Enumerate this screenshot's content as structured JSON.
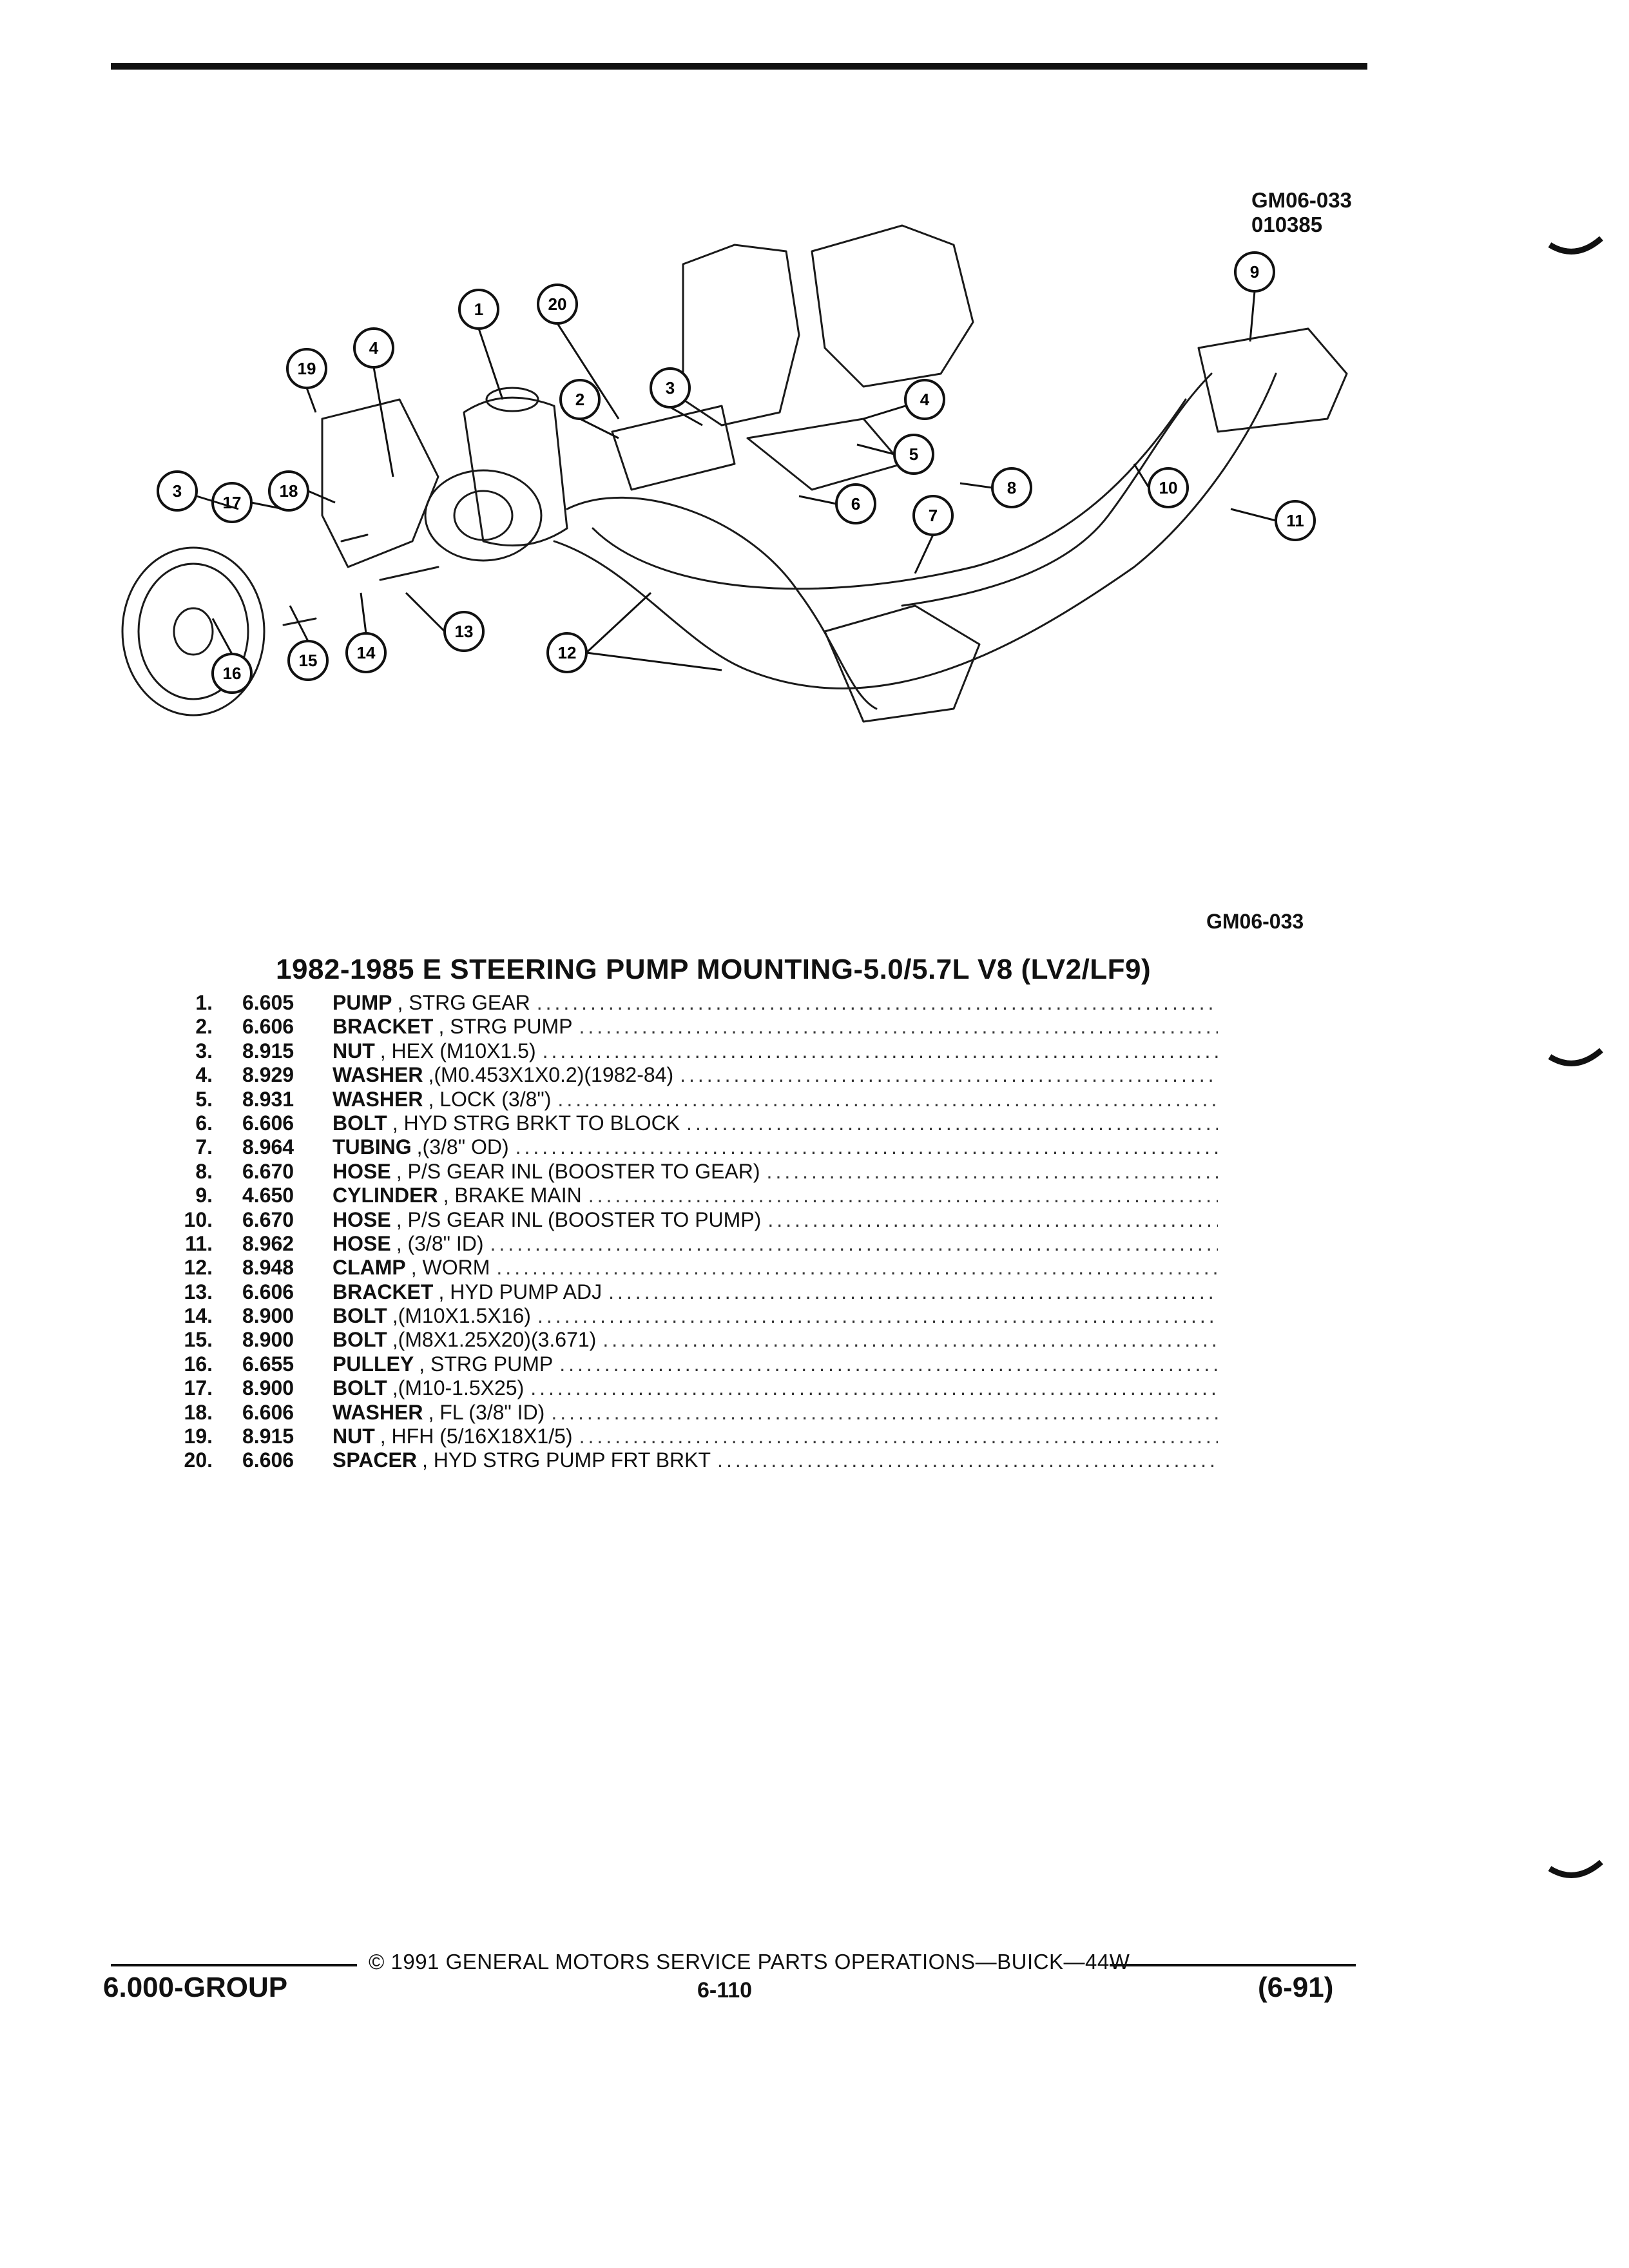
{
  "header": {
    "figure_code": "GM06-033",
    "figure_date": "010385"
  },
  "diagram": {
    "callouts": [
      "1",
      "2",
      "3",
      "4",
      "5",
      "6",
      "7",
      "8",
      "9",
      "10",
      "11",
      "12",
      "13",
      "14",
      "15",
      "16",
      "17",
      "18",
      "19",
      "20"
    ]
  },
  "section": {
    "figure_code": "GM06-033",
    "title": "1982-1985 E STEERING PUMP MOUNTING-5.0/5.7L V8 (LV2/LF9)"
  },
  "parts": [
    {
      "num": "1.",
      "group": "6.605",
      "name": "PUMP",
      "desc": ", STRG GEAR"
    },
    {
      "num": "2.",
      "group": "6.606",
      "name": "BRACKET",
      "desc": ", STRG PUMP"
    },
    {
      "num": "3.",
      "group": "8.915",
      "name": "NUT",
      "desc": ", HEX (M10X1.5)"
    },
    {
      "num": "4.",
      "group": "8.929",
      "name": "WASHER",
      "desc": ",(M0.453X1X0.2)(1982-84)"
    },
    {
      "num": "5.",
      "group": "8.931",
      "name": "WASHER",
      "desc": ", LOCK (3/8\")"
    },
    {
      "num": "6.",
      "group": "6.606",
      "name": "BOLT",
      "desc": ", HYD STRG BRKT TO BLOCK"
    },
    {
      "num": "7.",
      "group": "8.964",
      "name": "TUBING",
      "desc": ",(3/8\" OD)"
    },
    {
      "num": "8.",
      "group": "6.670",
      "name": "HOSE",
      "desc": ", P/S GEAR INL (BOOSTER TO GEAR)"
    },
    {
      "num": "9.",
      "group": "4.650",
      "name": "CYLINDER",
      "desc": ", BRAKE MAIN"
    },
    {
      "num": "10.",
      "group": "6.670",
      "name": "HOSE",
      "desc": ", P/S GEAR INL (BOOSTER TO PUMP)"
    },
    {
      "num": "11.",
      "group": "8.962",
      "name": "HOSE",
      "desc": ", (3/8\" ID)"
    },
    {
      "num": "12.",
      "group": "8.948",
      "name": "CLAMP",
      "desc": ", WORM"
    },
    {
      "num": "13.",
      "group": "6.606",
      "name": "BRACKET",
      "desc": ", HYD PUMP ADJ"
    },
    {
      "num": "14.",
      "group": "8.900",
      "name": "BOLT",
      "desc": ",(M10X1.5X16)"
    },
    {
      "num": "15.",
      "group": "8.900",
      "name": "BOLT",
      "desc": ",(M8X1.25X20)(3.671)"
    },
    {
      "num": "16.",
      "group": "6.655",
      "name": "PULLEY",
      "desc": ", STRG PUMP"
    },
    {
      "num": "17.",
      "group": "8.900",
      "name": "BOLT",
      "desc": ",(M10-1.5X25)"
    },
    {
      "num": "18.",
      "group": "6.606",
      "name": "WASHER",
      "desc": ", FL (3/8\" ID)"
    },
    {
      "num": "19.",
      "group": "8.915",
      "name": "NUT",
      "desc": ", HFH (5/16X18X1/5)"
    },
    {
      "num": "20.",
      "group": "6.606",
      "name": "SPACER",
      "desc": ", HYD STRG PUMP FRT BRKT"
    }
  ],
  "footer": {
    "copyright": "© 1991 GENERAL MOTORS SERVICE PARTS OPERATIONS—BUICK—44W",
    "group": "6.000-GROUP",
    "page": "6-110",
    "date": "(6-91)"
  }
}
